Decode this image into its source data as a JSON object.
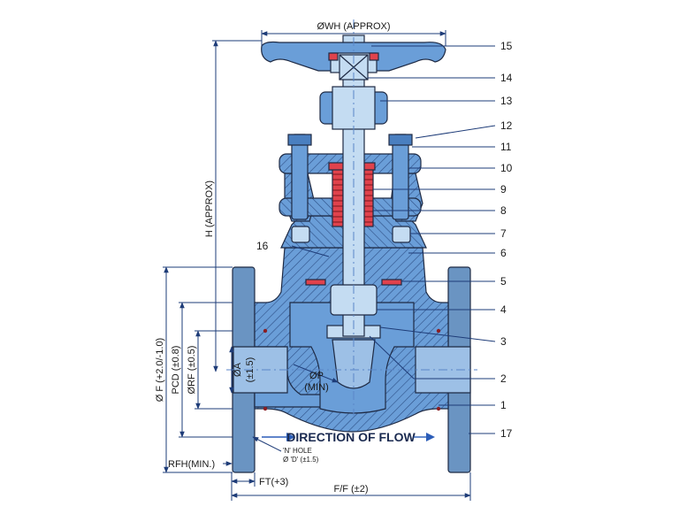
{
  "diagram": {
    "labels": {
      "wh": "ØWH (APPROX)",
      "h": "H (APPROX)",
      "f": "Ø F (+2.0/-1.0)",
      "pcd": "PCD (±0.8)",
      "rf": "ØRF (±0.5)",
      "a_line1": "ØA",
      "a_line2": "(±1.5)",
      "p_line1": "ØP",
      "p_line2": "(MIN)",
      "rfh": "RFH(MIN.)",
      "n_hole_line1": "'N' HOLE",
      "n_hole_line2": "Ø 'D' (±1.5)",
      "ft": "FT(+3)",
      "ff": "F/F (±2)",
      "flow": "DIRECTION OF FLOW"
    },
    "parts": [
      "15",
      "14",
      "13",
      "12",
      "11",
      "10",
      "9",
      "8",
      "7",
      "6",
      "5",
      "4",
      "3",
      "2",
      "1",
      "17",
      "16"
    ],
    "colors": {
      "body": "#6a9ed8",
      "hatch": "#2d4f86",
      "flange": "#6a94c2",
      "outline": "#1e2a44",
      "packing": "#e0424c",
      "stem": "#c4dcf2",
      "leader": "#1e3c78",
      "flow": "#2b5db8"
    }
  }
}
